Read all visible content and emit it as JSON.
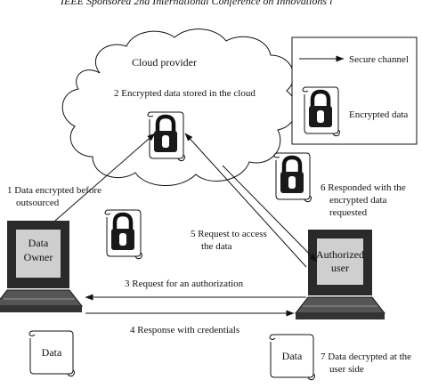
{
  "header": {
    "text": "IEEE Sponsored 2nd International Conference on Innovations i"
  },
  "legend": {
    "secure_channel": "Secure channel",
    "encrypted_data": "Encrypted data"
  },
  "cloud": {
    "title": "Cloud provider",
    "step2": "2   Encrypted data stored in the cloud"
  },
  "data_owner": {
    "line1": "Data",
    "line2": "Owner"
  },
  "authorized_user": {
    "line1": "Authorized",
    "line2": "user"
  },
  "steps": {
    "s1_line1": "1  Data encrypted before",
    "s1_line2": "outsourced",
    "s3": "3   Request for an authorization",
    "s4": "4   Response with credentials",
    "s5_line1": "5   Request to access",
    "s5_line2": "the data",
    "s6_line1": "6  Responded with the",
    "s6_line2": "encrypted data",
    "s6_line3": "requested",
    "s7_line1": "7  Data decrypted at the",
    "s7_line2": "user side"
  },
  "data_docs": {
    "owner_doc": "Data",
    "user_doc": "Data"
  },
  "icons": {
    "lock": "padlock-icon",
    "scroll": "scroll-document-icon",
    "laptop": "laptop-icon",
    "cloud": "cloud-shape"
  },
  "colors": {
    "ink": "#111111",
    "background": "#ffffff"
  }
}
